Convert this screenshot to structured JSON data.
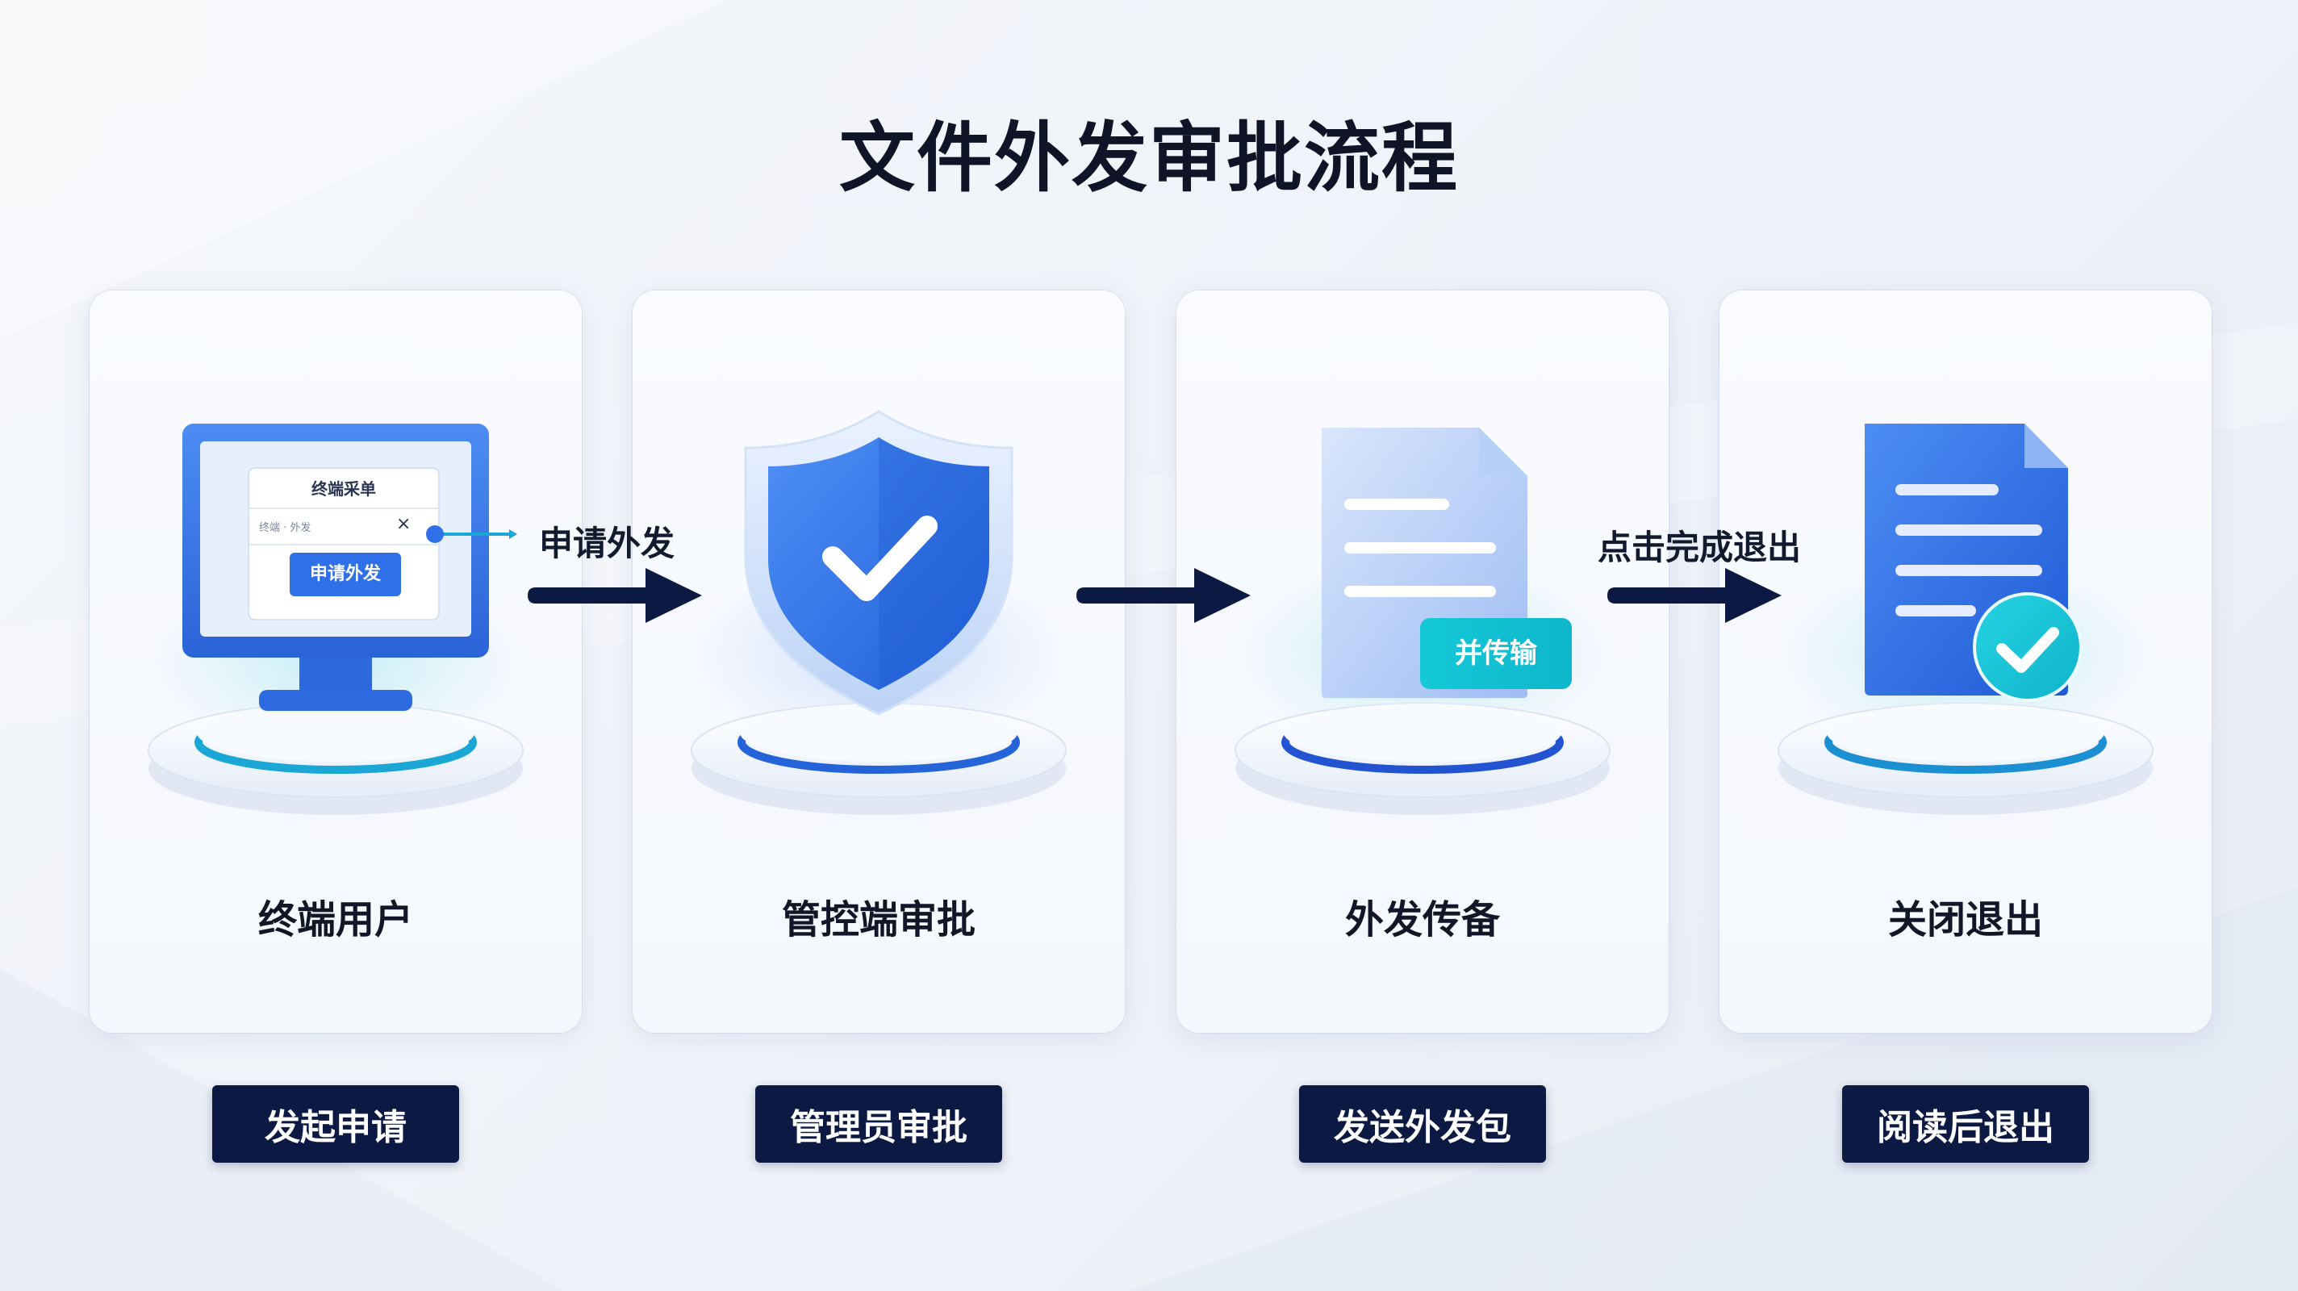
{
  "title": "文件外发审批流程",
  "colors": {
    "navy": "#0c1942",
    "blue": "#2f6fe8",
    "light_blue": "#9fc0f7",
    "cyan": "#12c6d8"
  },
  "steps": [
    {
      "label": "终端用户",
      "action": "发起申请",
      "icon": "monitor-icon",
      "screen": {
        "header": "终端采单",
        "row_text": "终端 · 外发",
        "close": "×",
        "button": "申请外发"
      }
    },
    {
      "label": "管控端审批",
      "action": "管理员审批",
      "icon": "shield-check-icon"
    },
    {
      "label": "外发传备",
      "action": "发送外发包",
      "icon": "document-icon",
      "badge": "并传输"
    },
    {
      "label": "关闭退出",
      "action": "阅读后退出",
      "icon": "document-check-icon"
    }
  ],
  "arrows": [
    {
      "label": "申请外发"
    },
    {
      "label": ""
    },
    {
      "label": "点击完成退出"
    }
  ]
}
